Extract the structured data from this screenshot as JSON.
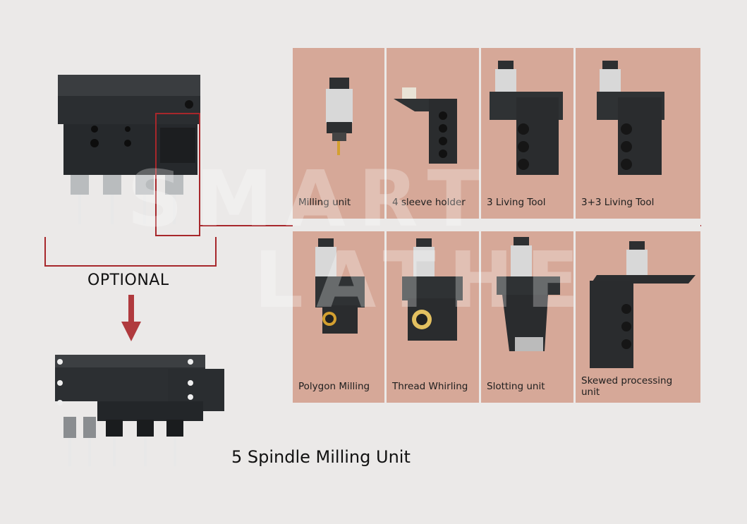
{
  "optional_label": "OPTIONAL",
  "bottom_title": "5 Spindle Milling Unit",
  "tools": [
    {
      "label": "Milling unit",
      "icon": "milling-unit-image"
    },
    {
      "label": "4 sleeve holder",
      "icon": "sleeve-holder-image"
    },
    {
      "label": "3 Living Tool",
      "icon": "living-tool-image"
    },
    {
      "label": "3+3 Living Tool",
      "icon": "living-tool-3plus3-image"
    },
    {
      "label": "Polygon Milling",
      "icon": "polygon-milling-image"
    },
    {
      "label": "Thread Whirling",
      "icon": "thread-whirling-image"
    },
    {
      "label": "Slotting unit",
      "icon": "slotting-unit-image"
    },
    {
      "label": "Skewed processing unit",
      "icon": "skewed-processing-image"
    }
  ],
  "watermark_text": [
    "SMART",
    "LATHE"
  ],
  "colors": {
    "background": "#ebe9e8",
    "cell": "#d6a898",
    "accent_red": "#a7272b",
    "arrow": "#b03a3e",
    "metal_dark": "#2e3133"
  }
}
